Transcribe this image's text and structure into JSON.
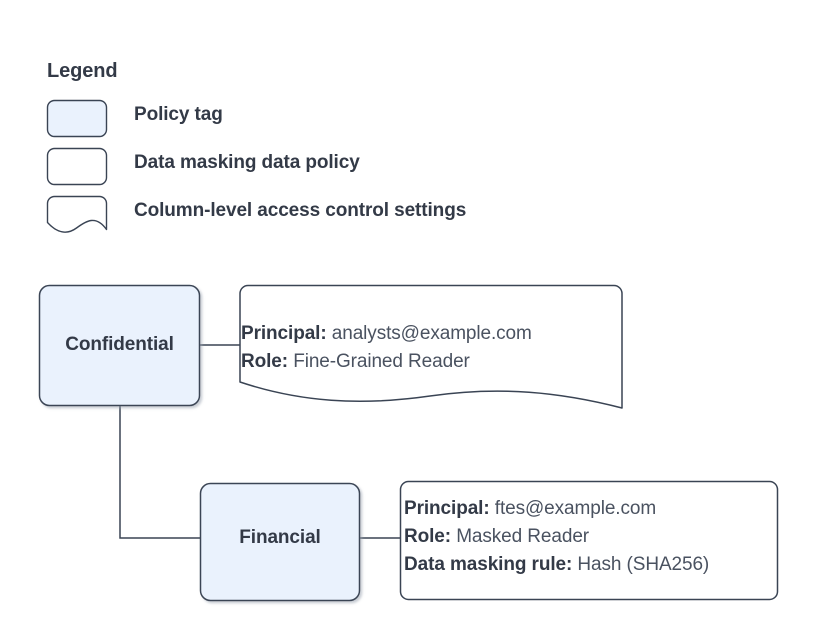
{
  "legend": {
    "title": "Legend",
    "items": [
      {
        "shape": "rounded-rect-filled",
        "label": "Policy tag",
        "fill": "#eaf2fd"
      },
      {
        "shape": "rounded-rect-plain",
        "label": "Data masking data policy",
        "fill": "#ffffff"
      },
      {
        "shape": "wavy-bottom-document",
        "label": "Column-level access control settings",
        "fill": "#ffffff"
      }
    ]
  },
  "nodes": [
    {
      "id": "confidential",
      "label": "Confidential",
      "type": "policy-tag"
    },
    {
      "id": "financial",
      "label": "Financial",
      "type": "policy-tag"
    }
  ],
  "callouts": [
    {
      "id": "confidential-access-settings",
      "shape": "wavy-bottom-document",
      "attached_to": "confidential",
      "rows": [
        {
          "key": "Principal:",
          "value": "analysts@example.com"
        },
        {
          "key": "Role:",
          "value": "Fine-Grained Reader"
        }
      ]
    },
    {
      "id": "financial-masking-policy",
      "shape": "rounded-rect-plain",
      "attached_to": "financial",
      "rows": [
        {
          "key": "Principal:",
          "value": "ftes@example.com"
        },
        {
          "key": "Role:",
          "value": "Masked Reader"
        },
        {
          "key": "Data masking rule:",
          "value": "Hash (SHA256)"
        }
      ]
    }
  ],
  "connectors": [
    {
      "from": "confidential",
      "to": "confidential-access-settings",
      "style": "straight"
    },
    {
      "from": "confidential",
      "to": "financial",
      "style": "elbow"
    },
    {
      "from": "financial",
      "to": "financial-masking-policy",
      "style": "straight"
    }
  ],
  "colors": {
    "node_fill": "#eaf2fd",
    "node_stroke": "#3a4454",
    "callout_stroke": "#3a4454",
    "text": "#333a47",
    "value_text": "#4a5260",
    "background": "#ffffff",
    "connector": "#3a4454"
  }
}
